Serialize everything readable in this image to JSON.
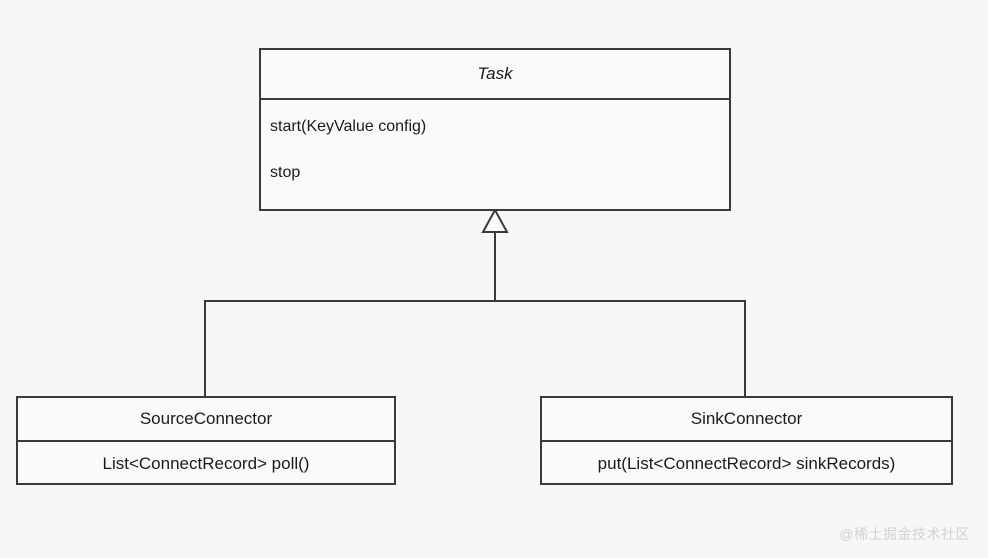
{
  "diagram": {
    "kind": "uml-class-diagram",
    "background_color": "#f7f7f7",
    "line_color": "#3a3a3a",
    "box_fill": "#fafafa",
    "text_color": "#1b1b1b",
    "classes": [
      {
        "id": "task",
        "name": "Task",
        "abstract": true,
        "title_style": "italic",
        "title_align": "center",
        "members_align": "left",
        "members": [
          "start(KeyValue config)",
          "stop"
        ]
      },
      {
        "id": "source-connector",
        "name": "SourceConnector",
        "abstract": false,
        "title_style": "normal",
        "title_align": "center",
        "members_align": "center",
        "members": [
          "List<ConnectRecord> poll()"
        ]
      },
      {
        "id": "sink-connector",
        "name": "SinkConnector",
        "abstract": false,
        "title_style": "normal",
        "title_align": "center",
        "members_align": "center",
        "members": [
          "put(List<ConnectRecord> sinkRecords)"
        ]
      }
    ],
    "relationships": [
      {
        "type": "generalization",
        "from": "SourceConnector",
        "to": "Task",
        "arrow": "hollow-triangle"
      },
      {
        "type": "generalization",
        "from": "SinkConnector",
        "to": "Task",
        "arrow": "hollow-triangle"
      }
    ]
  },
  "watermark": {
    "text": "@稀土掘金技术社区",
    "color": "#d3d3d3"
  }
}
